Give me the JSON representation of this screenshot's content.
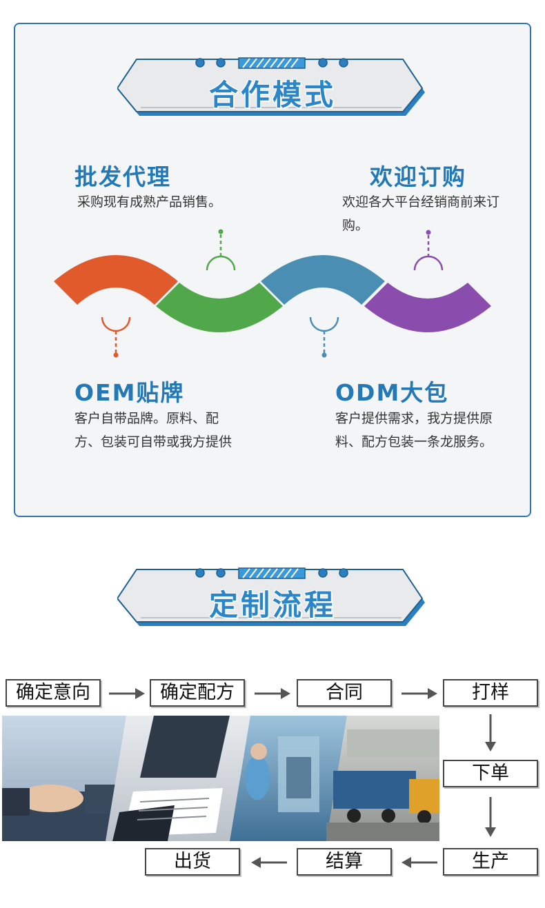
{
  "cooperation": {
    "title": "合作模式",
    "modes": [
      {
        "heading": "批发代理",
        "desc": "采购现有成熟产品销售。",
        "color": "#e05a2b"
      },
      {
        "heading": "欢迎订购",
        "desc": "欢迎各大平台经销商前来订购。",
        "color": "#4a8fb3"
      },
      {
        "heading": "OEM贴牌",
        "desc": "客户自带品牌。原料、配方、包装可自带或我方提供",
        "color": "#51a84a"
      },
      {
        "heading": "ODM大包",
        "desc": "客户提供需求，我方提供原料、配方包装一条龙服务。",
        "color": "#8a4cad"
      }
    ]
  },
  "process": {
    "title": "定制流程",
    "steps": [
      "确定意向",
      "确定配方",
      "合同",
      "打样",
      "下单",
      "生产",
      "结算",
      "出货"
    ]
  },
  "colors": {
    "accent": "#2e74b5",
    "title_blue": "#2a86c8",
    "banner_fill": "#e9eaec",
    "banner_stripe": "#3a9ad9"
  }
}
